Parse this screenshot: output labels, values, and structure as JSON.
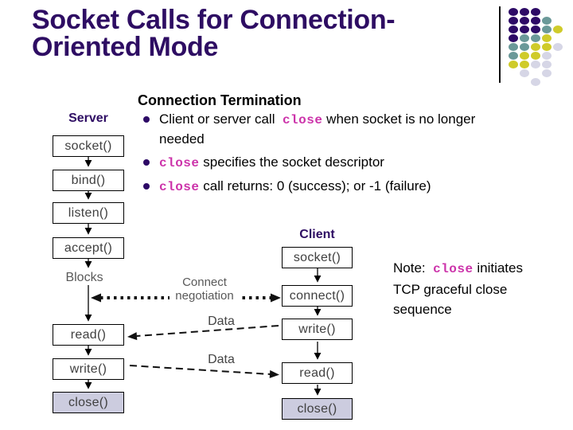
{
  "slide": {
    "title_line1": "Socket Calls for Connection-",
    "title_line2": "Oriented Mode"
  },
  "content": {
    "heading": "Connection Termination",
    "bullets": [
      {
        "segments": [
          {
            "t": "Client or server call  "
          },
          {
            "t": "close",
            "code": true
          },
          {
            "t": " when socket is no longer"
          },
          {
            "br": true
          },
          {
            "t": "needed"
          }
        ]
      },
      {
        "segments": [
          {
            "t": "close",
            "code": true
          },
          {
            "t": " specifies the socket descriptor"
          }
        ]
      },
      {
        "segments": [
          {
            "t": "close",
            "code": true
          },
          {
            "t": " call returns: 0 (success); or -1 (failure)"
          }
        ]
      }
    ]
  },
  "diagram": {
    "server_label": "Server",
    "client_label": "Client",
    "blocks_label": "Blocks",
    "connect_negotiation_line1": "Connect",
    "connect_negotiation_line2": "negotiation",
    "data_label_top": "Data",
    "data_label_bottom": "Data",
    "server_boxes": [
      {
        "label": "socket()"
      },
      {
        "label": "bind()"
      },
      {
        "label": "listen()"
      },
      {
        "label": "accept()"
      },
      {
        "label": "read()"
      },
      {
        "label": "write()"
      },
      {
        "label": "close()",
        "highlighted": true
      }
    ],
    "client_boxes": [
      {
        "label": "socket()"
      },
      {
        "label": "connect()"
      },
      {
        "label": "write()"
      },
      {
        "label": "read()"
      },
      {
        "label": "close()",
        "highlighted": true
      }
    ]
  },
  "note": {
    "segments": [
      {
        "t": "Note:  "
      },
      {
        "t": "close",
        "code": true
      },
      {
        "t": " initiates"
      },
      {
        "br": true
      },
      {
        "t": "TCP graceful close"
      },
      {
        "br": true
      },
      {
        "t": "sequence"
      }
    ]
  },
  "colors": {
    "title": "#2e0d63",
    "code_pink": "#cc33aa",
    "highlight_box_fill": "#ccccdf",
    "gray_label": "#595959",
    "dot_purple": "#2d0a66",
    "dot_teal": "#6b9999",
    "dot_yellow": "#cfcb2a",
    "dot_gray": "#d6d6e6"
  },
  "decoration": {
    "pattern": [
      "PPP..",
      "PPPT.",
      "PPPTY",
      "PTTY.",
      "TTYYG",
      "TYYG.",
      "YYGG.",
      ".G.G.",
      "..G.."
    ]
  }
}
